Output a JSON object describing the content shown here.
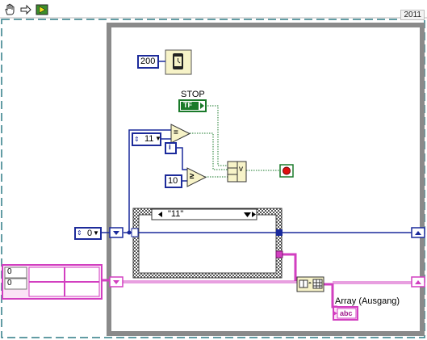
{
  "toolbar": {
    "tools": [
      {
        "name": "hand-tool-icon"
      },
      {
        "name": "arrow-tool-icon"
      },
      {
        "name": "run-highlight-icon"
      }
    ]
  },
  "version_label": "2011",
  "diagram": {
    "wait_ms_constant": "200",
    "stop_label": "STOP",
    "stop_button_text": "TF",
    "numeric_control_value": "11",
    "iteration_label": "i",
    "compare_constant": "10",
    "shift_register_init": "0",
    "case_selector_value": "\"11\"",
    "array_input_index_0": "0",
    "array_input_index_1": "0",
    "or_label": "v",
    "array_indicator_label": "Array (Ausgang)",
    "array_indicator_text": "abc",
    "equal_symbol": "=",
    "greater_equal_symbol": "≥"
  },
  "colors": {
    "numeric_wire": "#1a2a9c",
    "string_wire": "#d23fc0",
    "boolean_wire": "#1a7a2a",
    "structure_gray": "#8a8a8a",
    "frame_teal": "#2f7c86"
  }
}
